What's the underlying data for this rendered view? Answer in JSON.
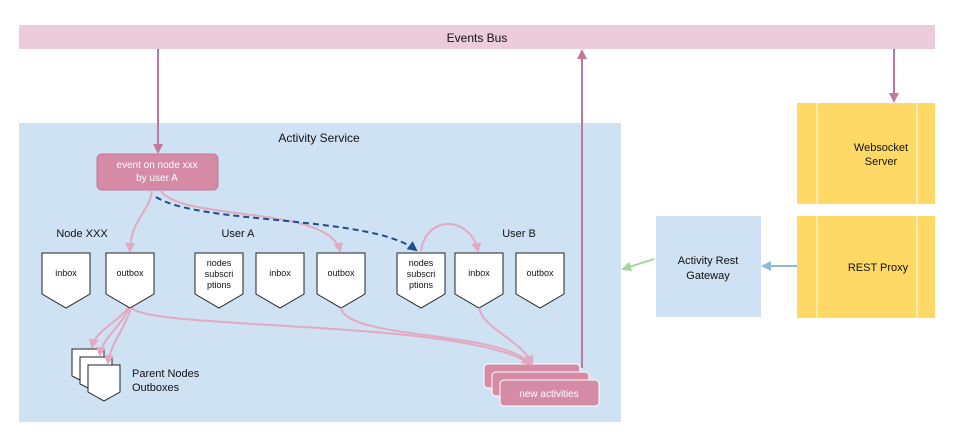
{
  "events_bus": {
    "label": "Events Bus"
  },
  "activity_service": {
    "title": "Activity Service",
    "event_box": {
      "line1": "event on node xxx",
      "line2": "by user A"
    },
    "groups": {
      "node_xxx": "Node XXX",
      "user_a": "User A",
      "user_b": "User B"
    },
    "node_xxx": {
      "inbox": "inbox",
      "outbox": "outbox"
    },
    "user_a": {
      "subscriptions": [
        "nodes",
        "subscri",
        "ptions"
      ],
      "inbox": "inbox",
      "outbox": "outbox"
    },
    "user_b": {
      "subscriptions": [
        "nodes",
        "subscri",
        "ptions"
      ],
      "inbox": "inbox",
      "outbox": "outbox"
    },
    "parent_nodes": {
      "line1": "Parent Nodes",
      "line2": "Outboxes"
    },
    "new_activities": "new activities"
  },
  "gateway": {
    "line1": "Activity Rest",
    "line2": "Gateway"
  },
  "websocket": {
    "line1": "Websocket",
    "line2": "Server"
  },
  "rest_proxy": "REST Proxy",
  "colors": {
    "bus": "#ecccda",
    "service_bg": "#cfe2f3",
    "pink_box": "#d58aa6",
    "pink_arrow": "#c5779b",
    "light_pink_arrow": "#e2a9c1",
    "navy_dashed": "#1f4e8c",
    "yellow": "#ffd966",
    "green_arrow": "#a7d5a0",
    "blue_arrow": "#8fb8dc"
  }
}
